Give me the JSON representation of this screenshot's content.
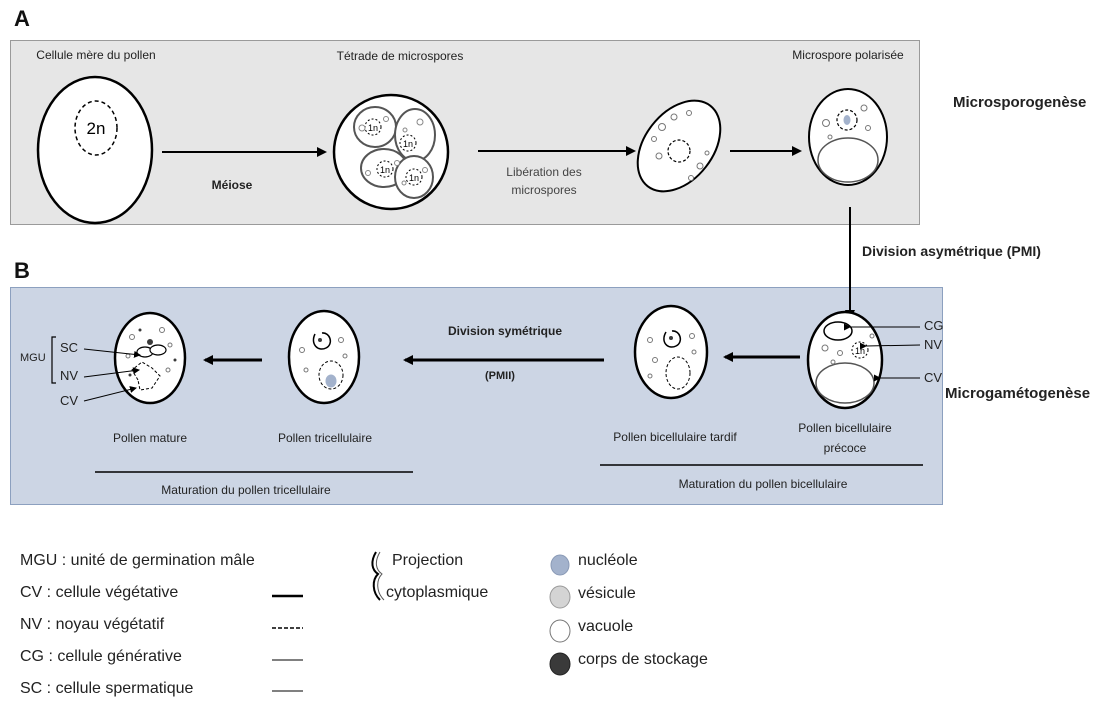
{
  "panels": {
    "a_letter": "A",
    "b_letter": "B"
  },
  "stages": {
    "pollen_mother_cell": "Cellule mère du pollen",
    "tetrad": "Tétrade de microspores",
    "polarized_microspore": "Microspore polarisée",
    "mature_pollen": "Pollen mature",
    "tricellular_pollen": "Pollen tricellulaire",
    "late_bicellular": "Pollen bicellulaire tardif",
    "early_bicellular_line1": "Pollen bicellulaire",
    "early_bicellular_line2": "précoce"
  },
  "nuclei": {
    "diploid": "2n",
    "haploid": "1n"
  },
  "processes": {
    "meiosis": "Méiose",
    "release_line1": "Libération des",
    "release_line2": "microspores",
    "asymmetric_division": "Division asymétrique (PMI)",
    "symmetric_division": "Division symétrique",
    "pmii": "(PMII)"
  },
  "phases": {
    "microsporogenesis": "Microsporogenèse",
    "microgametogenesis": "Microgamétogenèse"
  },
  "maturation": {
    "tricellular": "Maturation du pollen tricellulaire",
    "bicellular": "Maturation du pollen bicellulaire"
  },
  "callouts": {
    "mgu": "MGU",
    "sc": "SC",
    "nv": "NV",
    "cv": "CV",
    "cg": "CG"
  },
  "legend": {
    "abbreviations": [
      {
        "text": "MGU : unité de germination mâle",
        "line": "none"
      },
      {
        "text": "CV : cellule végétative",
        "line": "thick"
      },
      {
        "text": "NV : noyau végétatif",
        "line": "dashed"
      },
      {
        "text": "CG : cellule générative",
        "line": "thin"
      },
      {
        "text": "SC : cellule spermatique",
        "line": "thin"
      }
    ],
    "projection_line1": "Projection",
    "projection_line2": "cytoplasmique",
    "symbols": [
      {
        "text": "nucléole",
        "color": "#a3b2cc"
      },
      {
        "text": "vésicule",
        "color": "#d4d4d4"
      },
      {
        "text": "vacuole",
        "color": "#ffffff"
      },
      {
        "text": "corps de stockage",
        "color": "#3a3a3a"
      }
    ]
  }
}
